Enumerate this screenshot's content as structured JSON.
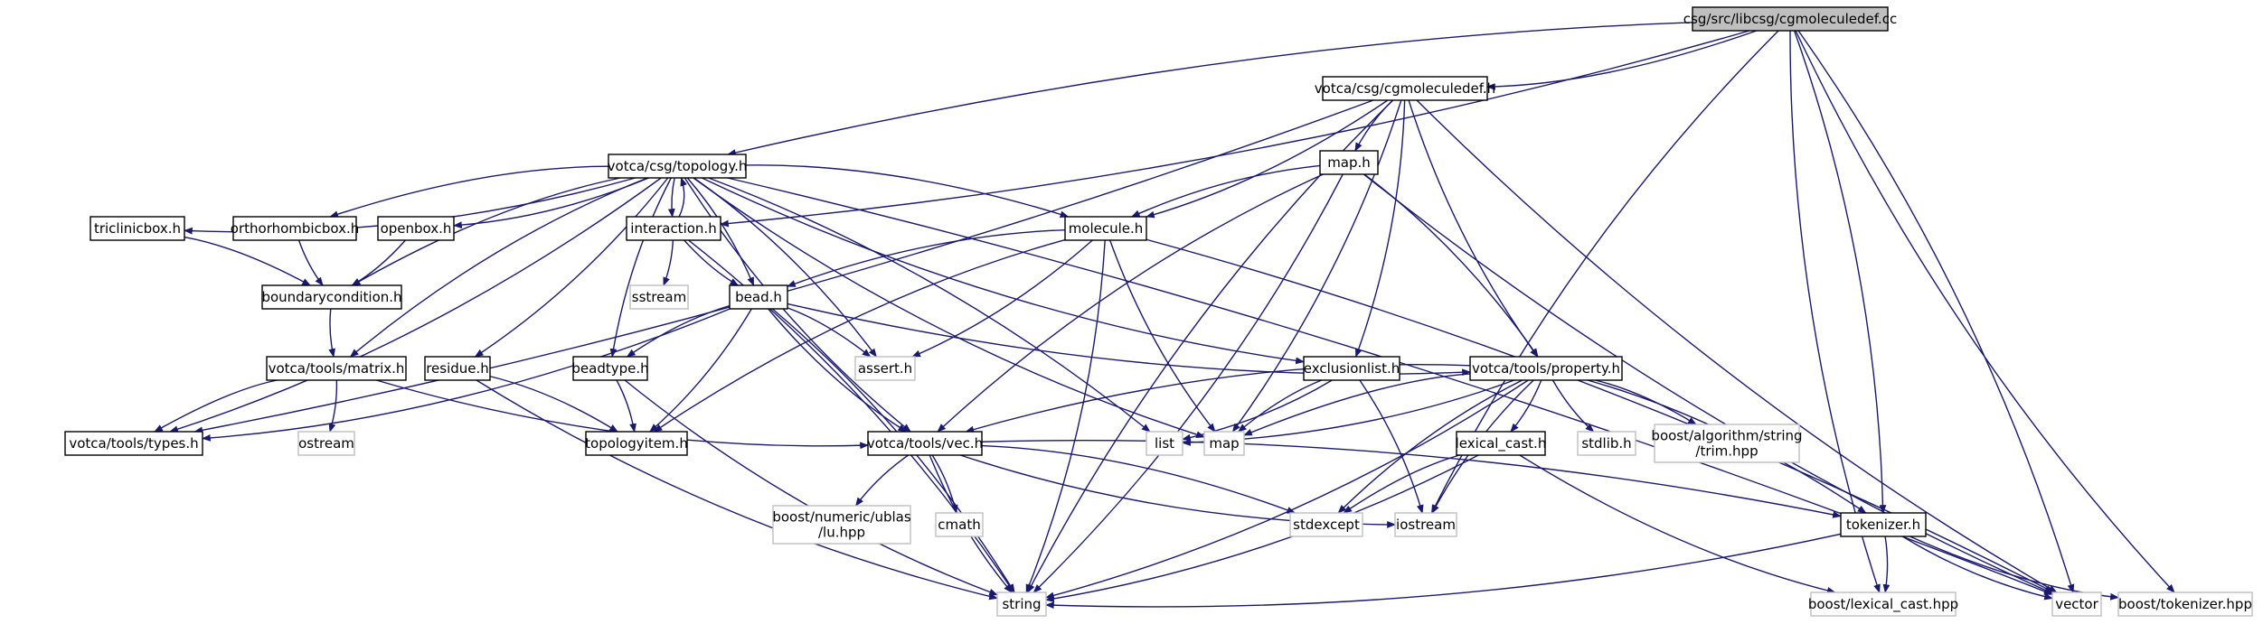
{
  "colors": {
    "edge": "#191970",
    "node_border": "#000000",
    "system_border": "#bfbfbf",
    "root_fill": "#bfbfbf",
    "node_fill": "#ffffff",
    "node_text": "#000000",
    "system_text": "#000000"
  },
  "nodes": [
    {
      "id": "root",
      "label": "csg/src/libcsg/cgmoleculedef.cc",
      "kind": "root"
    },
    {
      "id": "cgmoleculedef_h",
      "label": "votca/csg/cgmoleculedef.h",
      "kind": "normal"
    },
    {
      "id": "topology_h",
      "label": "votca/csg/topology.h",
      "kind": "normal"
    },
    {
      "id": "map_h",
      "label": "map.h",
      "kind": "normal"
    },
    {
      "id": "triclinicbox_h",
      "label": "triclinicbox.h",
      "kind": "normal"
    },
    {
      "id": "orthorhombicbox_h",
      "label": "orthorhombicbox.h",
      "kind": "normal"
    },
    {
      "id": "openbox_h",
      "label": "openbox.h",
      "kind": "normal"
    },
    {
      "id": "interaction_h",
      "label": "interaction.h",
      "kind": "normal"
    },
    {
      "id": "molecule_h",
      "label": "molecule.h",
      "kind": "normal"
    },
    {
      "id": "boundarycondition_h",
      "label": "boundarycondition.h",
      "kind": "normal"
    },
    {
      "id": "sstream",
      "label": "sstream",
      "kind": "system"
    },
    {
      "id": "bead_h",
      "label": "bead.h",
      "kind": "normal"
    },
    {
      "id": "matrix_h",
      "label": "votca/tools/matrix.h",
      "kind": "normal"
    },
    {
      "id": "residue_h",
      "label": "residue.h",
      "kind": "normal"
    },
    {
      "id": "beadtype_h",
      "label": "beadtype.h",
      "kind": "normal"
    },
    {
      "id": "assert_h",
      "label": "assert.h",
      "kind": "system"
    },
    {
      "id": "exclusionlist_h",
      "label": "exclusionlist.h",
      "kind": "normal"
    },
    {
      "id": "property_h",
      "label": "votca/tools/property.h",
      "kind": "normal"
    },
    {
      "id": "types_h",
      "label": "votca/tools/types.h",
      "kind": "normal"
    },
    {
      "id": "ostream",
      "label": "ostream",
      "kind": "system"
    },
    {
      "id": "topologyitem_h",
      "label": "topologyitem.h",
      "kind": "normal"
    },
    {
      "id": "vec_h",
      "label": "votca/tools/vec.h",
      "kind": "normal"
    },
    {
      "id": "list",
      "label": "list",
      "kind": "system"
    },
    {
      "id": "map",
      "label": "map",
      "kind": "system"
    },
    {
      "id": "lexical_cast_h",
      "label": "lexical_cast.h",
      "kind": "normal"
    },
    {
      "id": "stdlib_h",
      "label": "stdlib.h",
      "kind": "system"
    },
    {
      "id": "trim_hpp",
      "label": [
        "boost/algorithm/string",
        "/trim.hpp"
      ],
      "kind": "system"
    },
    {
      "id": "lu_hpp",
      "label": [
        "boost/numeric/ublas",
        "/lu.hpp"
      ],
      "kind": "system"
    },
    {
      "id": "cmath",
      "label": "cmath",
      "kind": "system"
    },
    {
      "id": "stdexcept",
      "label": "stdexcept",
      "kind": "system"
    },
    {
      "id": "iostream",
      "label": "iostream",
      "kind": "system"
    },
    {
      "id": "tokenizer_h",
      "label": "tokenizer.h",
      "kind": "normal"
    },
    {
      "id": "string",
      "label": "string",
      "kind": "system"
    },
    {
      "id": "boost_lexical_cast_hpp",
      "label": "boost/lexical_cast.hpp",
      "kind": "system"
    },
    {
      "id": "vector",
      "label": "vector",
      "kind": "system"
    },
    {
      "id": "boost_tokenizer_hpp",
      "label": "boost/tokenizer.hpp",
      "kind": "system"
    }
  ],
  "edges": [
    [
      "root",
      "cgmoleculedef_h"
    ],
    [
      "root",
      "topology_h"
    ],
    [
      "root",
      "interaction_h"
    ],
    [
      "root",
      "iostream"
    ],
    [
      "root",
      "tokenizer_h"
    ],
    [
      "root",
      "boost_lexical_cast_hpp"
    ],
    [
      "root",
      "vector"
    ],
    [
      "root",
      "boost_tokenizer_hpp"
    ],
    [
      "cgmoleculedef_h",
      "types_h"
    ],
    [
      "cgmoleculedef_h",
      "map_h"
    ],
    [
      "cgmoleculedef_h",
      "molecule_h"
    ],
    [
      "cgmoleculedef_h",
      "string"
    ],
    [
      "cgmoleculedef_h",
      "exclusionlist_h"
    ],
    [
      "cgmoleculedef_h",
      "property_h"
    ],
    [
      "cgmoleculedef_h",
      "map"
    ],
    [
      "cgmoleculedef_h",
      "vector"
    ],
    [
      "topology_h",
      "triclinicbox_h"
    ],
    [
      "topology_h",
      "orthorhombicbox_h"
    ],
    [
      "topology_h",
      "openbox_h"
    ],
    [
      "topology_h",
      "interaction_h"
    ],
    [
      "topology_h",
      "molecule_h"
    ],
    [
      "topology_h",
      "boundarycondition_h"
    ],
    [
      "topology_h",
      "bead_h"
    ],
    [
      "topology_h",
      "matrix_h"
    ],
    [
      "topology_h",
      "residue_h"
    ],
    [
      "topology_h",
      "beadtype_h"
    ],
    [
      "topology_h",
      "assert_h"
    ],
    [
      "topology_h",
      "exclusionlist_h"
    ],
    [
      "topology_h",
      "types_h"
    ],
    [
      "topology_h",
      "vec_h"
    ],
    [
      "topology_h",
      "list"
    ],
    [
      "topology_h",
      "map"
    ],
    [
      "topology_h",
      "vector"
    ],
    [
      "map_h",
      "molecule_h"
    ],
    [
      "map_h",
      "property_h"
    ],
    [
      "map_h",
      "vec_h"
    ],
    [
      "map_h",
      "string"
    ],
    [
      "map_h",
      "vector"
    ],
    [
      "triclinicbox_h",
      "boundarycondition_h"
    ],
    [
      "orthorhombicbox_h",
      "boundarycondition_h"
    ],
    [
      "openbox_h",
      "boundarycondition_h"
    ],
    [
      "interaction_h",
      "topology_h"
    ],
    [
      "interaction_h",
      "sstream"
    ],
    [
      "interaction_h",
      "bead_h"
    ],
    [
      "interaction_h",
      "string"
    ],
    [
      "molecule_h",
      "bead_h"
    ],
    [
      "molecule_h",
      "assert_h"
    ],
    [
      "molecule_h",
      "topologyitem_h"
    ],
    [
      "molecule_h",
      "string"
    ],
    [
      "molecule_h",
      "map"
    ],
    [
      "molecule_h",
      "vector"
    ],
    [
      "boundarycondition_h",
      "matrix_h"
    ],
    [
      "bead_h",
      "types_h"
    ],
    [
      "bead_h",
      "beadtype_h"
    ],
    [
      "bead_h",
      "topologyitem_h"
    ],
    [
      "bead_h",
      "vec_h"
    ],
    [
      "bead_h",
      "assert_h"
    ],
    [
      "bead_h",
      "property_h"
    ],
    [
      "bead_h",
      "string"
    ],
    [
      "matrix_h",
      "types_h"
    ],
    [
      "matrix_h",
      "ostream"
    ],
    [
      "matrix_h",
      "vec_h"
    ],
    [
      "residue_h",
      "topologyitem_h"
    ],
    [
      "residue_h",
      "string"
    ],
    [
      "beadtype_h",
      "topologyitem_h"
    ],
    [
      "beadtype_h",
      "string"
    ],
    [
      "exclusionlist_h",
      "list"
    ],
    [
      "exclusionlist_h",
      "map"
    ],
    [
      "exclusionlist_h",
      "iostream"
    ],
    [
      "property_h",
      "map"
    ],
    [
      "property_h",
      "string"
    ],
    [
      "property_h",
      "iostream"
    ],
    [
      "property_h",
      "list"
    ],
    [
      "property_h",
      "stdexcept"
    ],
    [
      "property_h",
      "lexical_cast_h"
    ],
    [
      "property_h",
      "stdlib_h"
    ],
    [
      "property_h",
      "trim_hpp"
    ],
    [
      "property_h",
      "vec_h"
    ],
    [
      "property_h",
      "tokenizer_h"
    ],
    [
      "vec_h",
      "lu_hpp"
    ],
    [
      "vec_h",
      "cmath"
    ],
    [
      "vec_h",
      "string"
    ],
    [
      "vec_h",
      "stdexcept"
    ],
    [
      "vec_h",
      "iostream"
    ],
    [
      "vec_h",
      "tokenizer_h"
    ],
    [
      "lexical_cast_h",
      "stdexcept"
    ],
    [
      "lexical_cast_h",
      "string"
    ],
    [
      "lexical_cast_h",
      "boost_lexical_cast_hpp"
    ],
    [
      "tokenizer_h",
      "string"
    ],
    [
      "tokenizer_h",
      "vector"
    ],
    [
      "tokenizer_h",
      "boost_lexical_cast_hpp"
    ],
    [
      "tokenizer_h",
      "boost_tokenizer_hpp"
    ]
  ]
}
